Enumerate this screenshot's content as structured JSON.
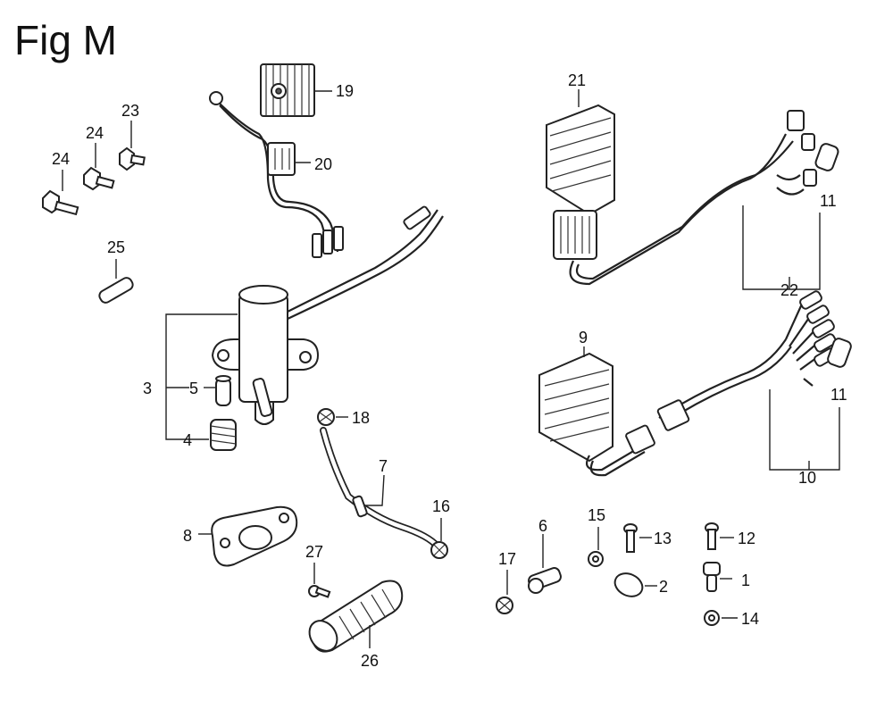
{
  "figure": {
    "title": "Fig M"
  },
  "callouts": [
    {
      "id": "1",
      "text": "1"
    },
    {
      "id": "2",
      "text": "2"
    },
    {
      "id": "3",
      "text": "3"
    },
    {
      "id": "4",
      "text": "4"
    },
    {
      "id": "5",
      "text": "5"
    },
    {
      "id": "6",
      "text": "6"
    },
    {
      "id": "7",
      "text": "7"
    },
    {
      "id": "8",
      "text": "8"
    },
    {
      "id": "9",
      "text": "9"
    },
    {
      "id": "10",
      "text": "10"
    },
    {
      "id": "11a",
      "text": "11"
    },
    {
      "id": "11b",
      "text": "11"
    },
    {
      "id": "12",
      "text": "12"
    },
    {
      "id": "13",
      "text": "13"
    },
    {
      "id": "14",
      "text": "14"
    },
    {
      "id": "15",
      "text": "15"
    },
    {
      "id": "16",
      "text": "16"
    },
    {
      "id": "17",
      "text": "17"
    },
    {
      "id": "18",
      "text": "18"
    },
    {
      "id": "19",
      "text": "19"
    },
    {
      "id": "20",
      "text": "20"
    },
    {
      "id": "21",
      "text": "21"
    },
    {
      "id": "22",
      "text": "22"
    },
    {
      "id": "23",
      "text": "23"
    },
    {
      "id": "24a",
      "text": "24"
    },
    {
      "id": "24b",
      "text": "24"
    },
    {
      "id": "25",
      "text": "25"
    },
    {
      "id": "26",
      "text": "26"
    },
    {
      "id": "27",
      "text": "27"
    }
  ]
}
